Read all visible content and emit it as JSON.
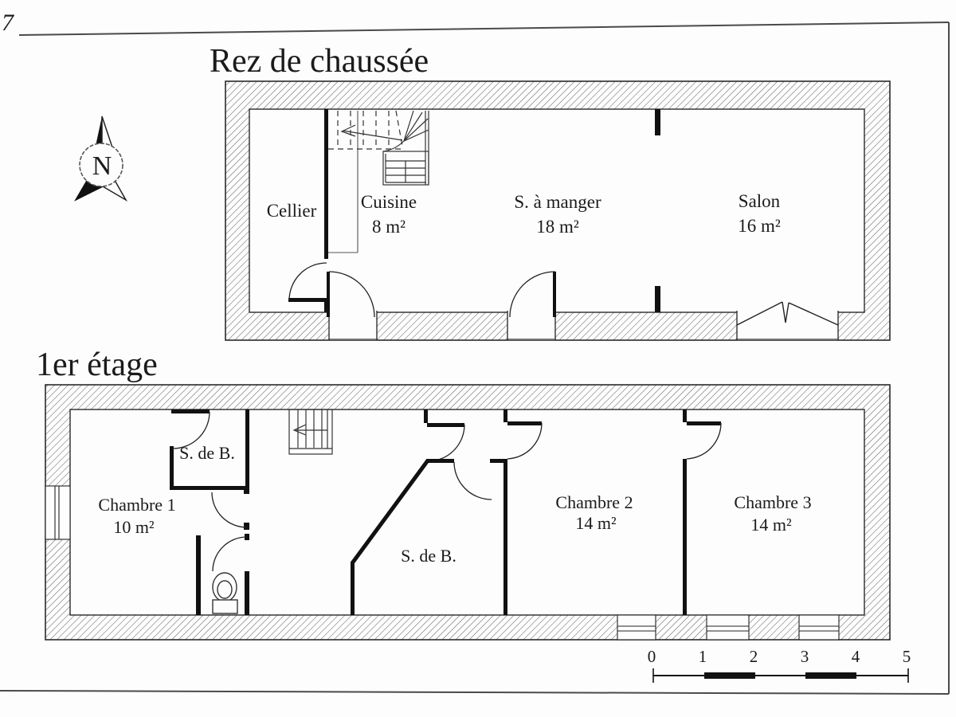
{
  "sheet": {
    "corner_mark": "7"
  },
  "compass": {
    "north_label": "N"
  },
  "floors": {
    "ground": {
      "title": "Rez de chaussée",
      "rooms": {
        "cellier": {
          "name": "Cellier"
        },
        "cuisine": {
          "name": "Cuisine",
          "area": "8 m²"
        },
        "salle_a_manger": {
          "name": "S. à manger",
          "area": "18 m²"
        },
        "salon": {
          "name": "Salon",
          "area": "16 m²"
        }
      }
    },
    "first": {
      "title": "1er étage",
      "rooms": {
        "sdb1": {
          "name": "S. de B."
        },
        "chambre1": {
          "name": "Chambre 1",
          "area": "10 m²"
        },
        "sdb2": {
          "name": "S. de B."
        },
        "chambre2": {
          "name": "Chambre 2",
          "area": "14 m²"
        },
        "chambre3": {
          "name": "Chambre 3",
          "area": "14 m²"
        }
      }
    }
  },
  "scale_bar": {
    "ticks": [
      "0",
      "1",
      "2",
      "3",
      "4",
      "5"
    ]
  },
  "colors": {
    "ink": "#1f1f1f",
    "paper": "#fdfdfd"
  }
}
